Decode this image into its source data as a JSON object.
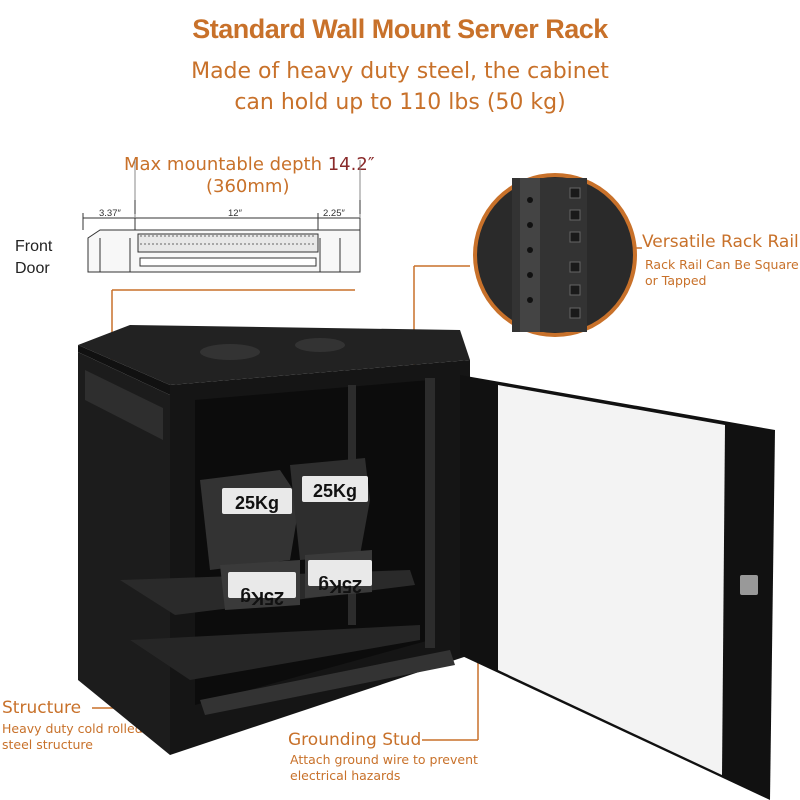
{
  "header": {
    "title": "Standard Wall Mount Server Rack",
    "subtitle_line1": "Made of heavy duty steel, the cabinet",
    "subtitle_line2": "can hold up to 110 lbs (50 kg)"
  },
  "depth": {
    "label": "Max mountable depth",
    "value": "14.2″",
    "metric": "(360mm)",
    "dims": [
      "3.37″",
      "12″",
      "2.25″"
    ],
    "front_door": [
      "Front",
      "Door"
    ]
  },
  "weights": [
    "25Kg",
    "25Kg",
    "25Kg",
    "25Kg"
  ],
  "callouts": {
    "rail_title": "Versatile Rack Rail",
    "rail_desc_1": "Rack Rail Can Be Square",
    "rail_desc_2": "or Tapped",
    "structure_title": "Structure",
    "structure_desc_1": "Heavy duty cold rolled",
    "structure_desc_2": "steel structure",
    "ground_title": "Grounding Stud",
    "ground_desc_1": "Attach ground wire to prevent",
    "ground_desc_2": "electrical hazards"
  },
  "colors": {
    "accent": "#c8712a",
    "cabinet": "#1a1a1a"
  }
}
